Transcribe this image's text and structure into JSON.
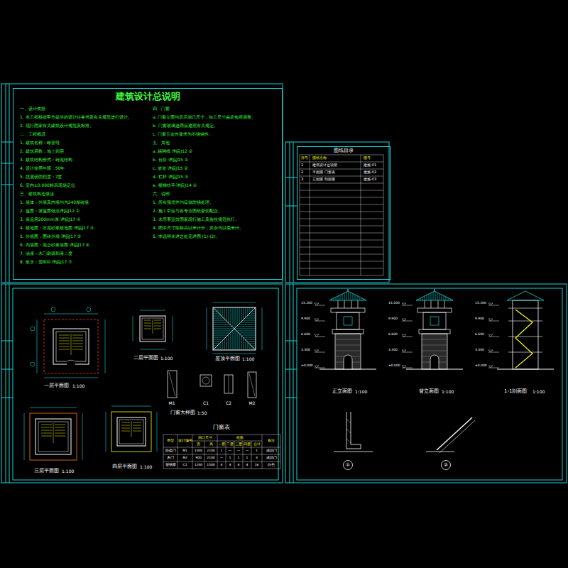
{
  "diagram": {
    "nodes": [
      {
        "text": [
          "建筑设计总说明"
        ]
      },
      {
        "text": [
          "图纸目录"
        ]
      }
    ],
    "labels": [
      "一、设计依据",
      "1. 本工程根据甲方提供的设计任务书及有关规范进行设计。",
      "2. 现行国家有关建筑设计规范及标准。",
      "二、工程概况",
      "1. 建筑名称：瞭望塔",
      "2. 建筑层数：地上四层",
      "3. 建筑结构形式：砖混结构",
      "4. 设计使用年限：50年",
      "5. 抗震设防烈度：7度",
      "6. 室内±0.000标高现场定位",
      "三、建筑构造做法",
      "1. 墙体：外墙及内墙均为240厚砖墙",
      "2. 屋面：坡屋面做法详皖J12 ①",
      "3. 保温层200mm厚 详皖J17 ④",
      "4. 楼地面：水泥砂浆楼地面 详皖J17 ③",
      "5. 外墙面：面砖外墙 详皖J17 ⑤",
      "6. 内墙面：混合砂浆墙面 详皖J17 ⑥",
      "7. 油漆：木门刷调和漆二度",
      "8. 散水：宽800 详皖J17 ⑦",
      "四、门窗",
      "a. 门窗立面均表示洞口尺寸，加工尺寸由承包商调整。",
      "b. 门窗玻璃选用应遵照有关规定。",
      "c. 门窗五金件要求为不锈钢件。",
      "五、其他",
      "a. 踢脚线 详皖J12 ②",
      "b. 台阶 详皖J15 ①",
      "c. 坡道 详皖J15 ②",
      "d. 栏杆 详皖J15 ③",
      "e. 楼梯扶手 详皖J14 ②",
      "六、说明",
      "1. 所有预埋件均应做防锈处理。",
      "2. 施工中应与各专业图纸密切配合。",
      "3. 未尽事宜按国家现行施工及验收规范执行。",
      "4. 图中尺寸除标高以米计外，其余均以毫米计。",
      "5. 本说明未详之处见详图 (1)-(2)。",
      "序号",
      "图纸名称",
      "图号",
      "1",
      "建筑设计总说明",
      "建施-01",
      "2",
      "平面图 门窗表",
      "建施-02",
      "3",
      "立面图 剖面图",
      "建施-03",
      "一层平面图",
      "1:100",
      "二层平面图",
      "1:100",
      "屋顶平面图",
      "1:100",
      "三层平面图",
      "1:100",
      "四层平面图",
      "1:100",
      "门窗大样图",
      "1:50",
      "M1",
      "C1",
      "C2",
      "M2",
      "门窗表",
      "类型",
      "设计编号",
      "洞口尺寸",
      "樘数",
      "备注",
      "宽",
      "高",
      "一层",
      "二层",
      "三层",
      "四层",
      "合计",
      "防盗门",
      "M1",
      "1000",
      "2100",
      "1",
      "—",
      "—",
      "—",
      "1",
      "成品门",
      "木门",
      "M2",
      "900",
      "2100",
      "—",
      "1",
      "1",
      "1",
      "3",
      "成品门",
      "塑钢窗",
      "C1",
      "1200",
      "1500",
      "4",
      "4",
      "4",
      "4",
      "16",
      "白色",
      "正立面图",
      "1:100",
      "背立面图",
      "1:100",
      "1-1剖面图",
      "1:100",
      "①",
      "②",
      "±0.000",
      "3.300",
      "6.600",
      "9.900",
      "13.200",
      "±0.000",
      "3.300",
      "6.600",
      "9.900",
      "13.200",
      "±0.000",
      "3.300",
      "6.600",
      "9.900",
      "13.200"
    ]
  }
}
